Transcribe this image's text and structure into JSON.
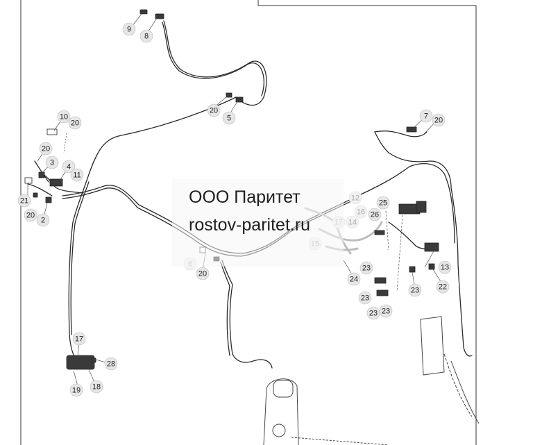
{
  "watermark": {
    "line1": "ООО Паритет",
    "line2": "rostov-paritet.ru"
  },
  "callouts": [
    {
      "id": "c9",
      "label": "9",
      "faded": false
    },
    {
      "id": "c8",
      "label": "8",
      "faded": false
    },
    {
      "id": "c20a",
      "label": "20",
      "faded": false
    },
    {
      "id": "c5",
      "label": "5",
      "faded": false
    },
    {
      "id": "c10",
      "label": "10",
      "faded": false
    },
    {
      "id": "c20b",
      "label": "20",
      "faded": false
    },
    {
      "id": "c20c",
      "label": "20",
      "faded": false
    },
    {
      "id": "c3",
      "label": "3",
      "faded": false
    },
    {
      "id": "c4",
      "label": "4",
      "faded": false
    },
    {
      "id": "c11",
      "label": "11",
      "faded": false
    },
    {
      "id": "c21",
      "label": "21",
      "faded": false
    },
    {
      "id": "c20d",
      "label": "20",
      "faded": false
    },
    {
      "id": "c2",
      "label": "2",
      "faded": false
    },
    {
      "id": "c7",
      "label": "7",
      "faded": false
    },
    {
      "id": "c20e",
      "label": "20",
      "faded": false
    },
    {
      "id": "c12",
      "label": "12",
      "faded": true
    },
    {
      "id": "c25",
      "label": "25",
      "faded": false
    },
    {
      "id": "c26",
      "label": "26",
      "faded": false
    },
    {
      "id": "c16",
      "label": "16",
      "faded": true
    },
    {
      "id": "c17a",
      "label": "17",
      "faded": true
    },
    {
      "id": "c14",
      "label": "14",
      "faded": true
    },
    {
      "id": "c15",
      "label": "15",
      "faded": true
    },
    {
      "id": "c6",
      "label": "6",
      "faded": true
    },
    {
      "id": "c20f",
      "label": "20",
      "faded": false
    },
    {
      "id": "c13",
      "label": "13",
      "faded": false
    },
    {
      "id": "c22",
      "label": "22",
      "faded": false
    },
    {
      "id": "c23a",
      "label": "23",
      "faded": false
    },
    {
      "id": "c24",
      "label": "24",
      "faded": false
    },
    {
      "id": "c23b",
      "label": "23",
      "faded": false
    },
    {
      "id": "c23c",
      "label": "23",
      "faded": false
    },
    {
      "id": "c23d",
      "label": "23",
      "faded": false
    },
    {
      "id": "c23e",
      "label": "23",
      "faded": false
    },
    {
      "id": "c17b",
      "label": "17",
      "faded": false
    },
    {
      "id": "c28",
      "label": "28",
      "faded": false
    },
    {
      "id": "c18",
      "label": "18",
      "faded": false
    },
    {
      "id": "c19",
      "label": "19",
      "faded": false
    }
  ]
}
